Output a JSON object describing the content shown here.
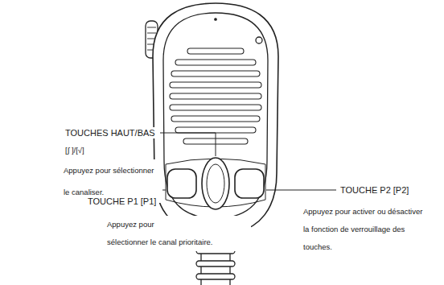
{
  "diagram": {
    "labels": [
      "TOUCHES HAUT/BAS",
      "[∫ ]/[√]",
      "Appuyez pour sélectionner le canaliser.",
      "TOUCHE P1 [P1]",
      "Appuyez pour sélectionner le canal prioritaire.",
      "TOUCHE P2 [P2]",
      "Appuyez pour activer ou désactiver la fonction de verrouillage des touches."
    ]
  }
}
